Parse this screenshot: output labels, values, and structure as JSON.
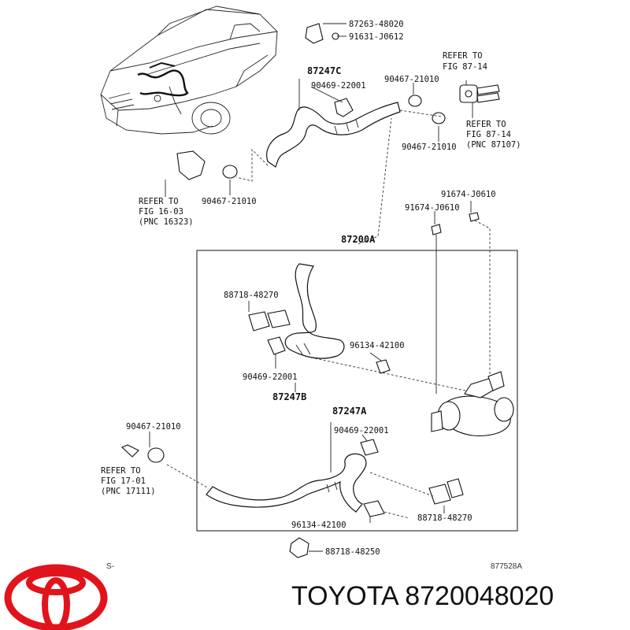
{
  "diagram": {
    "labels": {
      "p_87263": "87263-48020",
      "p_91631": "91631-J0612",
      "p_87247c": "87247C",
      "p_90469_top": "90469-22001",
      "p_90467_top": "90467-21010",
      "p_90467_mid": "90467-21010",
      "p_90467_left": "90467-21010",
      "p_90467_lower": "90467-21010",
      "p_91674_a": "91674-J0610",
      "p_91674_b": "91674-J0610",
      "p_87200a": "87200A",
      "p_88718_a": "88718-48270",
      "p_96134_a": "96134-42100",
      "p_90469_mid": "90469-22001",
      "p_87247b": "87247B",
      "p_87247a": "87247A",
      "p_90469_low": "90469-22001",
      "p_88718_b": "88718-48270",
      "p_96134_b": "96134-42100",
      "p_88718_c": "88718-48250"
    },
    "refs": {
      "ref_top_1": [
        "REFER TO",
        "FIG 87-14"
      ],
      "ref_top_2": [
        "REFER TO",
        "FIG 87-14",
        "(PNC 87107)"
      ],
      "ref_left_1": [
        "REFER TO",
        "FIG 16-03",
        "(PNC 16323)"
      ],
      "ref_left_2": [
        "REFER TO",
        "FIG 17-01",
        "(PNC 17111)"
      ]
    },
    "footer_left": "S-",
    "footer_right": "877528A"
  },
  "brand": {
    "name": "TOYOTA",
    "part_number": "8720048020",
    "logo_color": "#e1141c"
  }
}
